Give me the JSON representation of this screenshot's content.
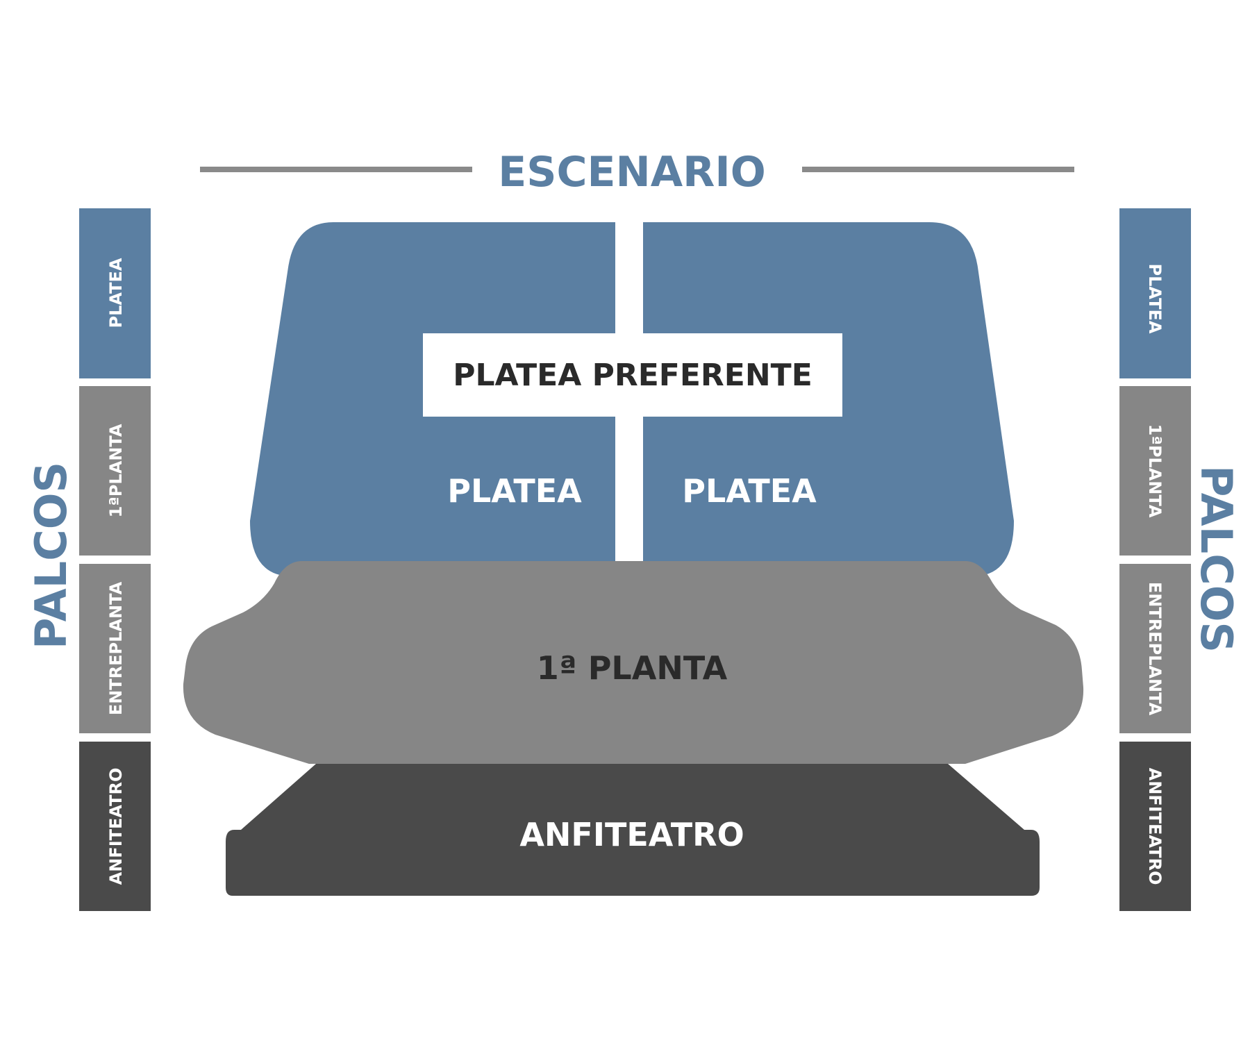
{
  "stage": {
    "label": "ESCENARIO"
  },
  "sections": {
    "platea_preferente": "PLATEA PREFERENTE",
    "platea_left": "PLATEA",
    "platea_right": "PLATEA",
    "primera_planta": "1ª PLANTA",
    "anfiteatro": "ANFITEATRO"
  },
  "palcos": {
    "left": {
      "title": "PALCOS",
      "boxes": [
        "PLATEA",
        "1ªPLANTA",
        "ENTREPLANTA",
        "ANFITEATRO"
      ]
    },
    "right": {
      "title": "PALCOS",
      "boxes": [
        "PLATEA",
        "1ªPLANTA",
        "ENTREPLANTA",
        "ANFITEATRO"
      ]
    }
  },
  "colors": {
    "platea": "#5b7fa2",
    "primera_planta": "#868686",
    "anfiteatro": "#4a4a4a",
    "stage_line": "#8a8a8a",
    "title_blue": "#5b7fa2",
    "label_white": "#ffffff",
    "label_dark": "#2a2a2a"
  }
}
